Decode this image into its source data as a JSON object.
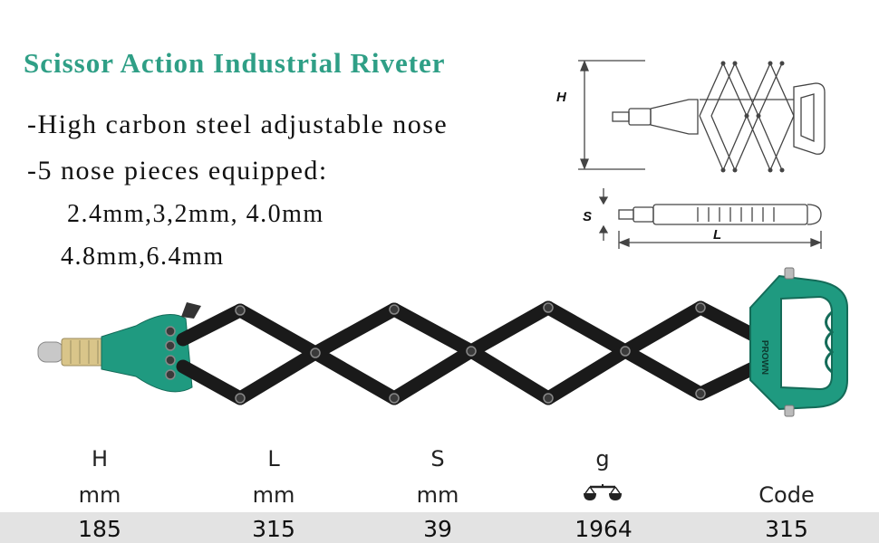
{
  "title": "Scissor Action Industrial Riveter",
  "features": [
    "-High carbon steel adjustable nose",
    "-5 nose pieces equipped:",
    "2.4mm,3,2mm, 4.0mm",
    "4.8mm,6.4mm"
  ],
  "diagram": {
    "h_label": "H",
    "s_label": "S",
    "l_label": "L"
  },
  "brand_mark": "PROWN",
  "specs": {
    "headers": [
      {
        "line1": "H",
        "line2": "mm"
      },
      {
        "line1": "L",
        "line2": "mm"
      },
      {
        "line1": "S",
        "line2": "mm"
      },
      {
        "line1": "g",
        "line2": ""
      },
      {
        "line1": "",
        "line2": "Code"
      }
    ],
    "values": [
      "185",
      "315",
      "39",
      "1964",
      "315"
    ]
  },
  "colors": {
    "title": "#2f9f86",
    "tool_green": "#1f9a80",
    "spec_bar": "#e3e3e3"
  }
}
